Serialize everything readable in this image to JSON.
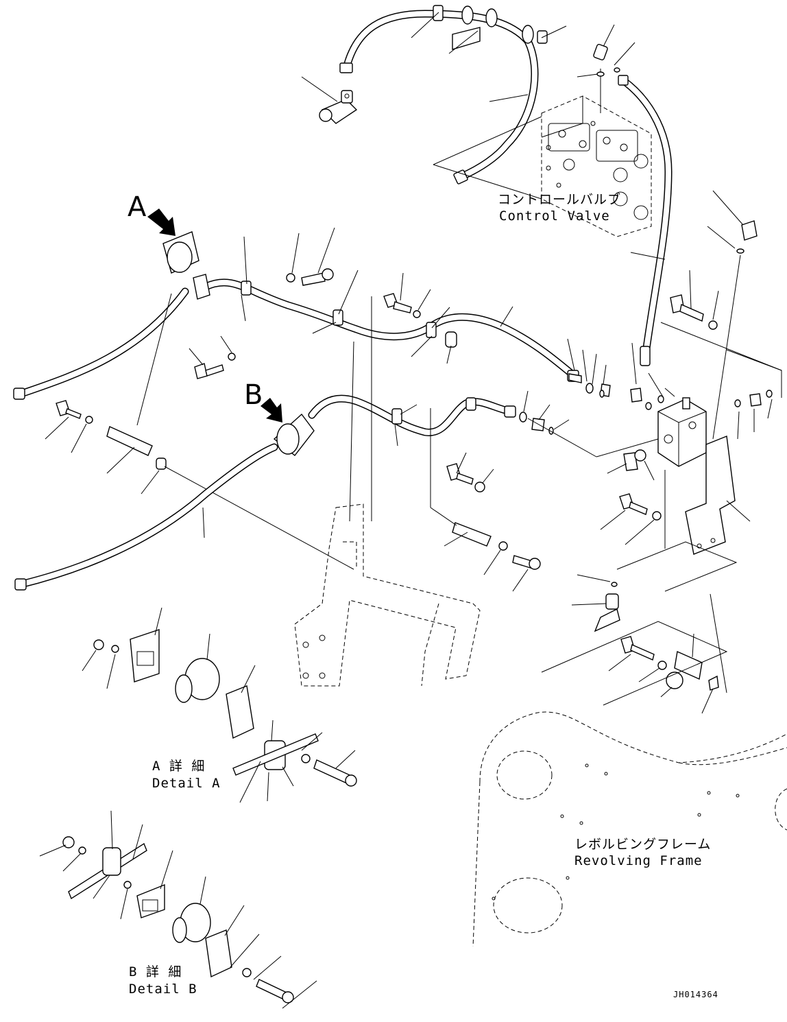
{
  "callouts": {
    "a": "A",
    "b": "B"
  },
  "labels": {
    "control_valve_jp": "コントロールバルブ",
    "control_valve_en": "Control Valve",
    "revolving_frame_jp": "レボルビングフレーム",
    "revolving_frame_en": "Revolving Frame",
    "detail_a_jp": "A 詳 細",
    "detail_a_en": "Detail A",
    "detail_b_jp": "B 詳 細",
    "detail_b_en": "Detail B"
  },
  "drawing_code": "JH014364"
}
